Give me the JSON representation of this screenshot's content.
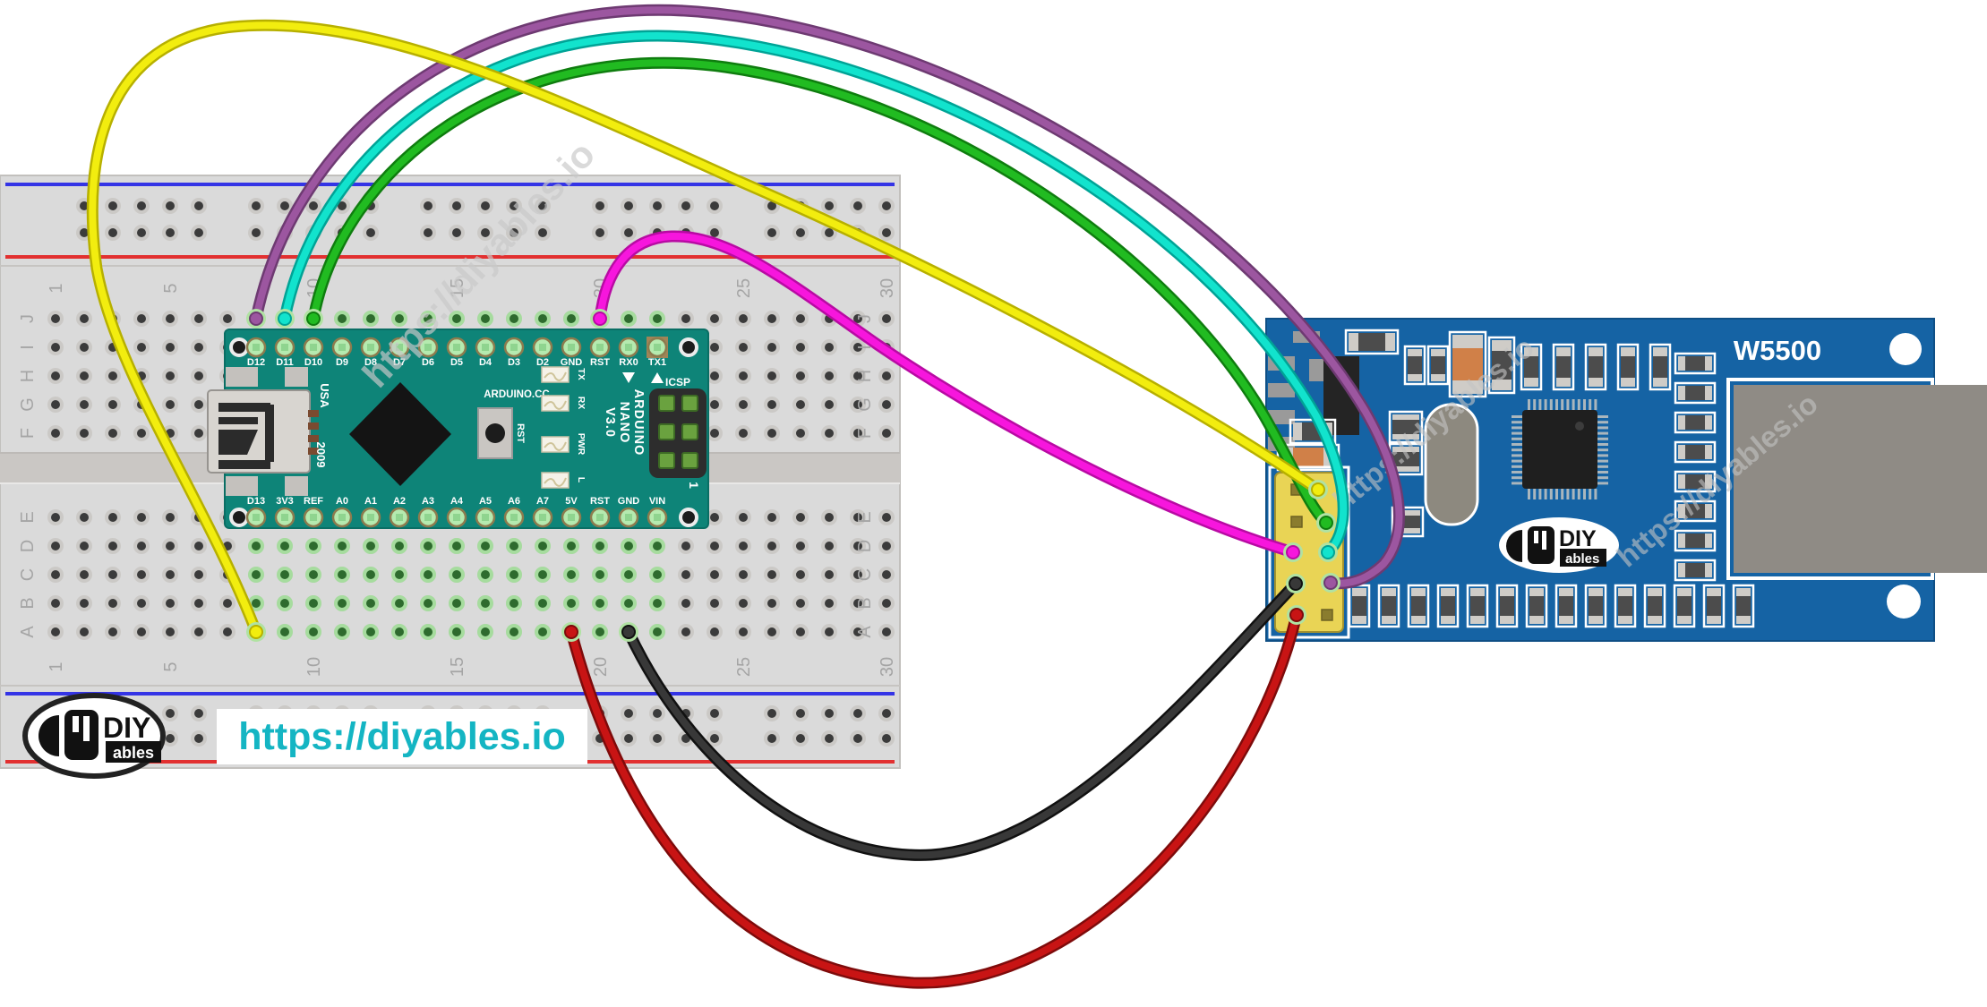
{
  "watermark": {
    "text": "https://diyables.io"
  },
  "footer_brand": {
    "url": "https://diyables.io",
    "url_color": "#14b5c3",
    "logo_main": "DIY",
    "logo_sub": "ables"
  },
  "breadboard": {
    "row_letters_top": [
      "J",
      "I",
      "H",
      "G",
      "F"
    ],
    "row_letters_bottom": [
      "E",
      "D",
      "C",
      "B",
      "A"
    ],
    "column_numbers": [
      "1",
      "5",
      "10",
      "15",
      "20",
      "25",
      "30"
    ]
  },
  "arduino_nano": {
    "usb_text": "USA",
    "usb_year": "2009",
    "brand": "ARDUINO.CC",
    "reset_label": "RST",
    "led_labels": [
      "TX",
      "RX",
      "PWR",
      "L"
    ],
    "model_lines": [
      "ARDUINO",
      "NANO",
      "V3.0"
    ],
    "icsp_label": "ICSP",
    "pin_one": "1",
    "top_pins": [
      "D12",
      "D11",
      "D10",
      "D9",
      "D8",
      "D7",
      "D6",
      "D5",
      "D4",
      "D3",
      "D2",
      "GND",
      "RST",
      "RX0",
      "TX1"
    ],
    "bottom_pins": [
      "D13",
      "3V3",
      "REF",
      "A0",
      "A1",
      "A2",
      "A3",
      "A4",
      "A5",
      "A6",
      "A7",
      "5V",
      "RST",
      "GND",
      "VIN"
    ]
  },
  "w5500": {
    "title": "W5500",
    "logo_main": "DIY",
    "logo_sub": "ables"
  },
  "wires": [
    {
      "name": "yellow-wire",
      "color": "#f2ed0f",
      "from": "breadboard row A, D13 column",
      "to": "module header row 1 right"
    },
    {
      "name": "green-wire",
      "color": "#21bb21",
      "from": "breadboard row J, D10 column",
      "to": "module header row 2 right"
    },
    {
      "name": "cyan-wire",
      "color": "#12e3cd",
      "from": "breadboard row J, D11 column",
      "to": "module header row 3 right"
    },
    {
      "name": "purple-wire",
      "color": "#9c56a0",
      "from": "breadboard row J, D12 column",
      "to": "module header row 4 right"
    },
    {
      "name": "magenta-wire",
      "color": "#f716dd",
      "from": "breadboard row J, RST column",
      "to": "module header row 3 left"
    },
    {
      "name": "black-wire",
      "color": "#383838",
      "from": "breadboard row A, GND column",
      "to": "module header row 4 left"
    },
    {
      "name": "red-wire",
      "color": "#c81414",
      "from": "breadboard row A, 5V column",
      "to": "module header row 5 left"
    }
  ]
}
